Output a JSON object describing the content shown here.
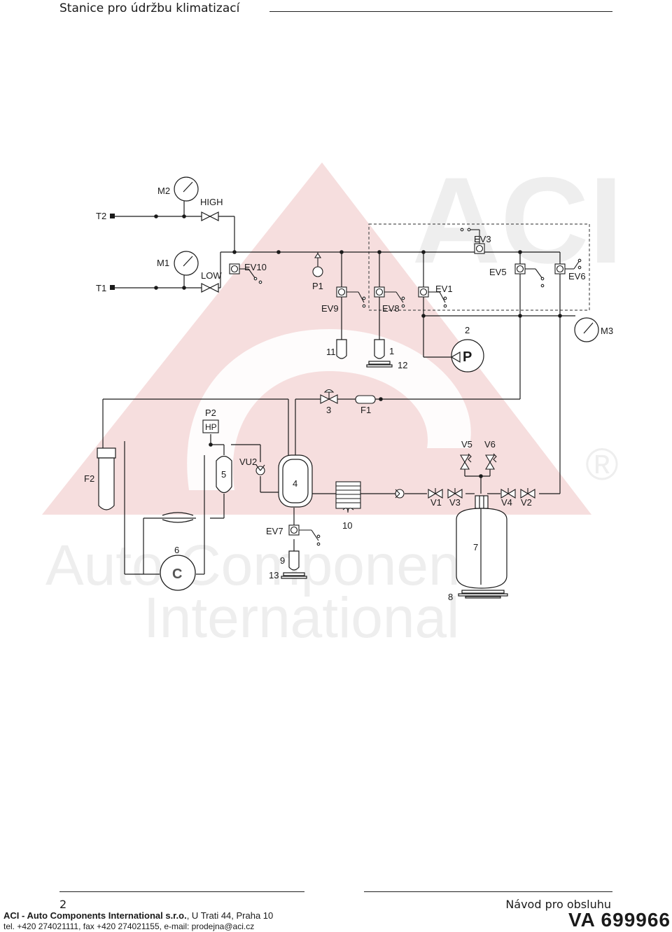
{
  "header": {
    "title": "Stanice pro údržbu klimatizací"
  },
  "watermark": {
    "logo": "ACI",
    "line1": "Auto Components",
    "line2": "International",
    "registered": "®"
  },
  "labels": {
    "M2": "M2",
    "HIGH": "HIGH",
    "T2": "T2",
    "M1": "M1",
    "LOW": "LOW",
    "T1": "T1",
    "EV10": "EV10",
    "P1": "P1",
    "EV9": "EV9",
    "EV8": "EV8",
    "EV1": "EV1",
    "EV3": "EV3",
    "EV5": "EV5",
    "EV6": "EV6",
    "M3": "M3",
    "n2": "2",
    "n11": "11",
    "n1": "1",
    "n12": "12",
    "P": "P",
    "n3": "3",
    "F1": "F1",
    "P2": "P2",
    "HP": "HP",
    "V5": "V5",
    "V6": "V6",
    "F2": "F2",
    "n5": "5",
    "VU2": "VU2",
    "n4": "4",
    "V1": "V1",
    "V3": "V3",
    "V4": "V4",
    "V2": "V2",
    "n10": "10",
    "EV7": "EV7",
    "n6": "6",
    "C": "C",
    "n9": "9",
    "n13": "13",
    "n7": "7",
    "n8": "8"
  },
  "footer": {
    "page_number": "2",
    "manual": "Návod pro obsluhu",
    "company_bold": "ACI - Auto Components International s.r.o.",
    "company_address": ", U Trati 44, Praha 10",
    "contact": "tel. +420 274021111, fax +420 274021155, e-mail: prodejna@aci.cz",
    "model": "VA 699966"
  },
  "colors": {
    "line": "#1a1a1a",
    "watermark_red": "#f6dede",
    "watermark_grey": "#eeeeee"
  }
}
